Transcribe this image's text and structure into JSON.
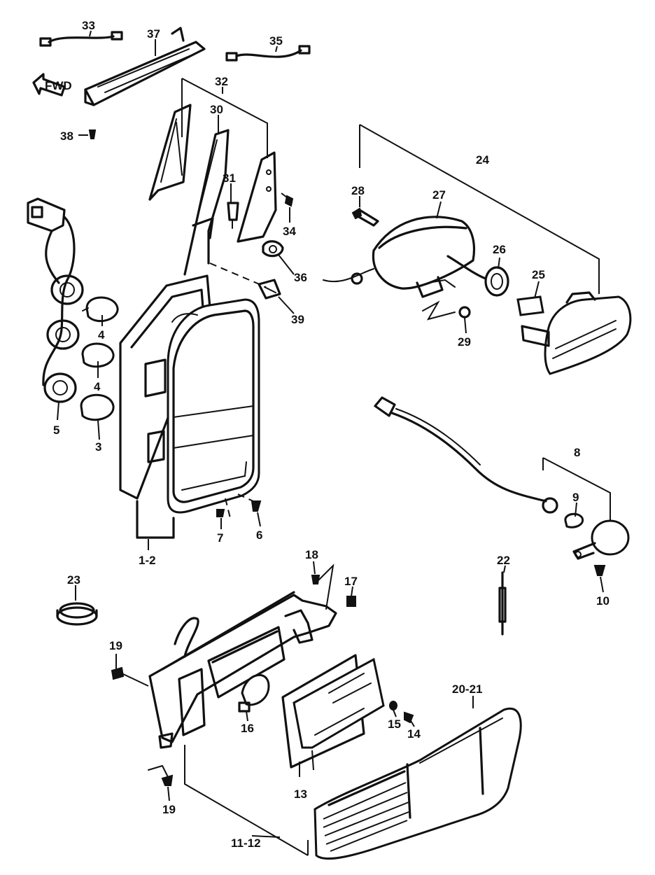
{
  "callouts": {
    "c1_2": "1-2",
    "c3": "3",
    "c4a": "4",
    "c4b": "4",
    "c5": "5",
    "c6": "6",
    "c7": "7",
    "c8": "8",
    "c9": "9",
    "c10": "10",
    "c11_12": "11-12",
    "c13": "13",
    "c14": "14",
    "c15": "15",
    "c16": "16",
    "c17": "17",
    "c18": "18",
    "c19a": "19",
    "c19b": "19",
    "c20_21": "20-21",
    "c22": "22",
    "c23": "23",
    "c24": "24",
    "c25": "25",
    "c26": "26",
    "c27": "27",
    "c28": "28",
    "c29": "29",
    "c30": "30",
    "c31": "31",
    "c32": "32",
    "c33": "33",
    "c34": "34",
    "c35": "35",
    "c36": "36",
    "c37": "37",
    "c38": "38",
    "c39": "39"
  },
  "arrow_label": "FWD"
}
